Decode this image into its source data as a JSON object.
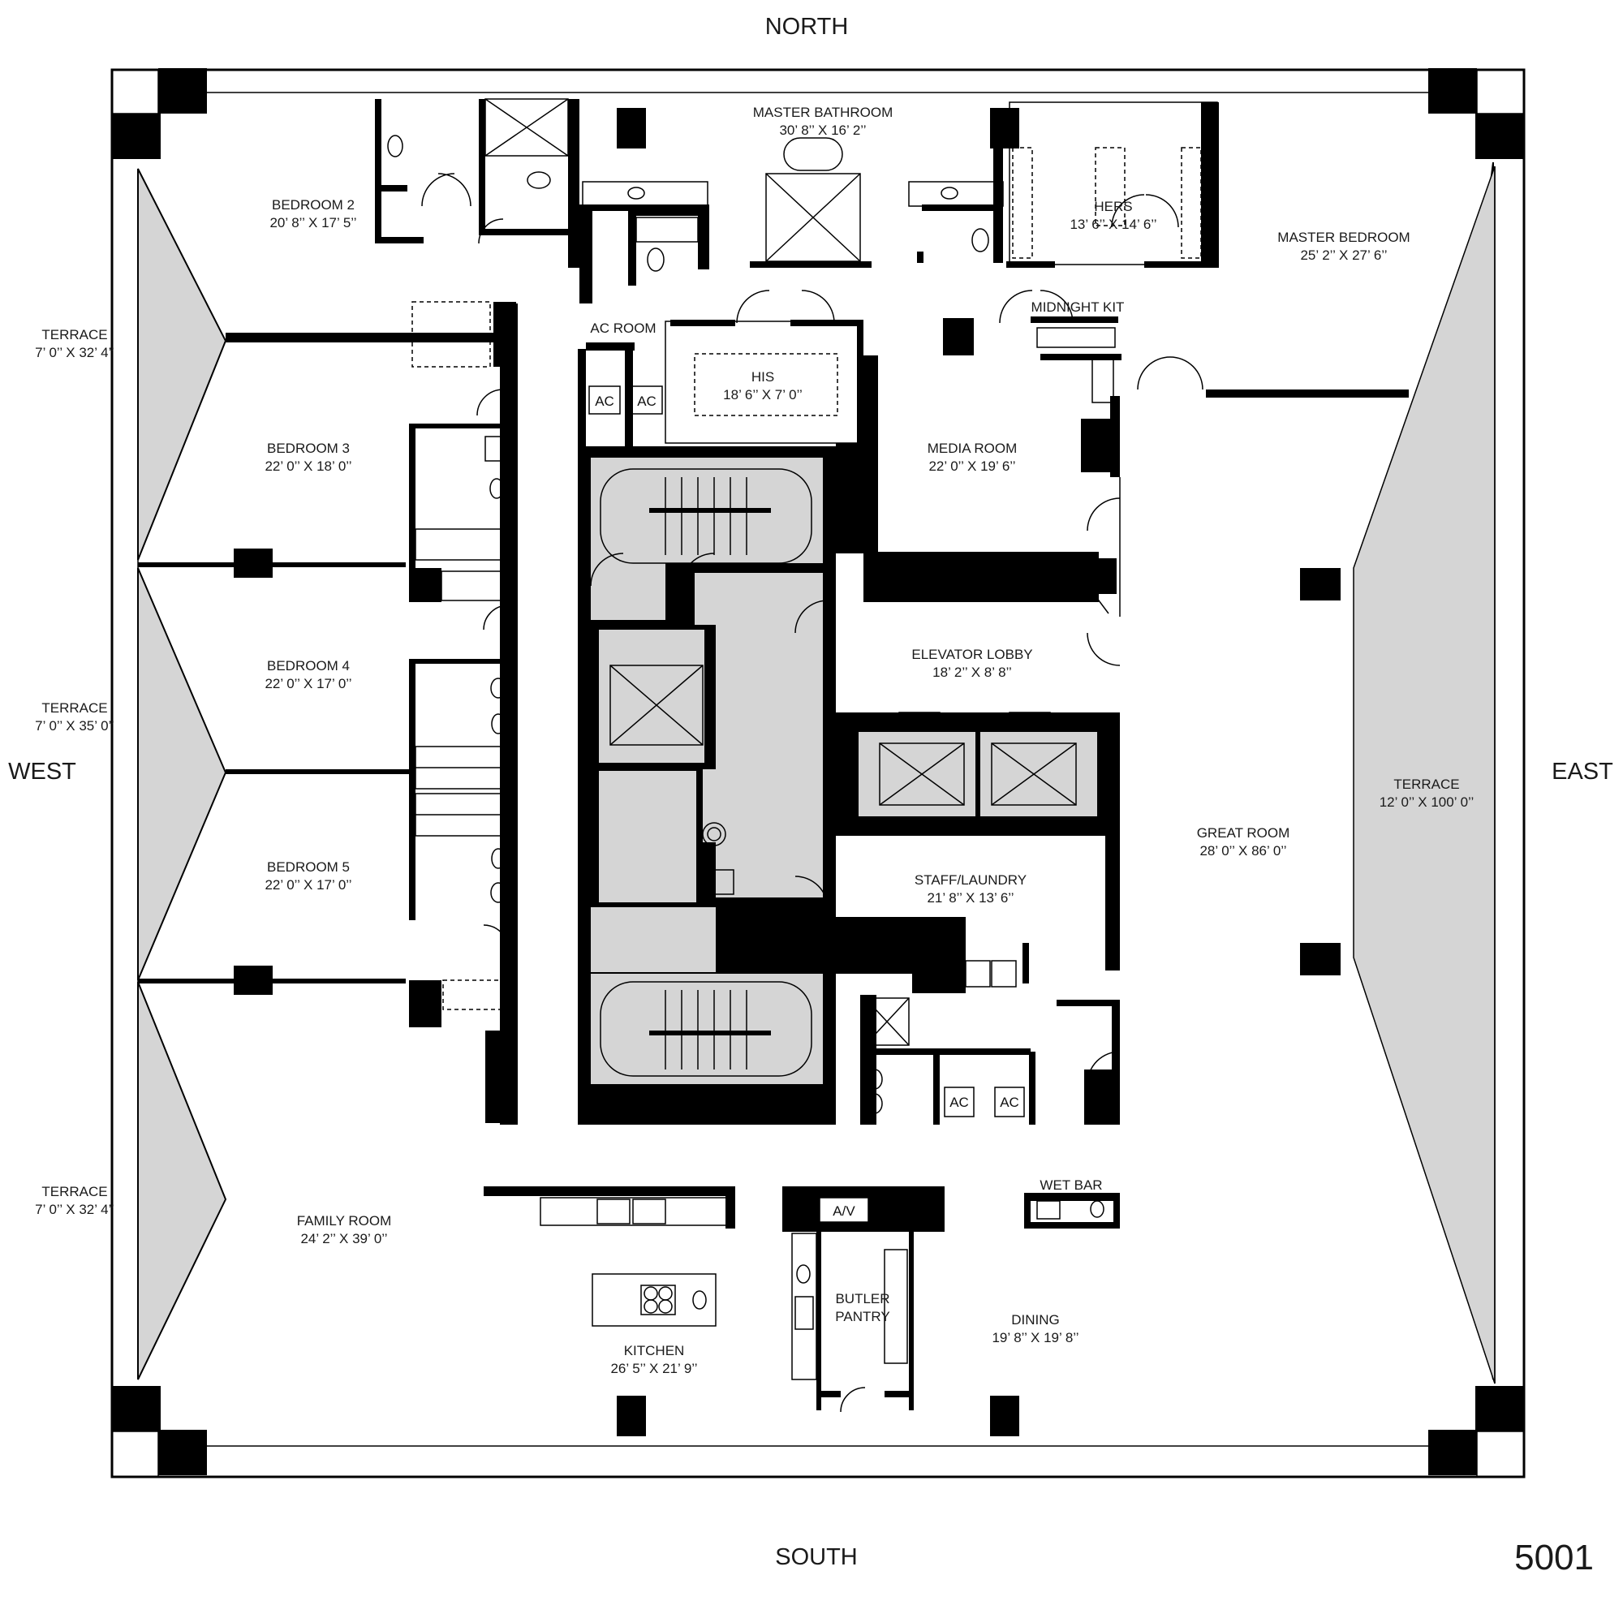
{
  "compass": {
    "north": "NORTH",
    "south": "SOUTH",
    "east": "EAST",
    "west": "WEST"
  },
  "unit_number": "5001",
  "rooms": {
    "master_bathroom": {
      "name": "MASTER BATHROOM",
      "dims": "30’ 8’’ X 16’ 2’’"
    },
    "bedroom2": {
      "name": "BEDROOM 2",
      "dims": "20’ 8’’ X 17’ 5’’"
    },
    "hers": {
      "name": "HERS",
      "dims": "13’ 6’’ X 14’ 6’’"
    },
    "master_bedroom": {
      "name": "MASTER BEDROOM",
      "dims": "25’ 2’’ X 27’ 6’’"
    },
    "terrace_nw": {
      "name": "TERRACE",
      "dims": "7’ 0’’ X 32’ 4’’"
    },
    "ac_room": {
      "name": "AC ROOM"
    },
    "midnight_kit": {
      "name": "MIDNIGHT KIT"
    },
    "his": {
      "name": "HIS",
      "dims": "18’ 6’’ X 7’ 0’’"
    },
    "bedroom3": {
      "name": "BEDROOM 3",
      "dims": "22’ 0’’ X 18’ 0’’"
    },
    "media_room": {
      "name": "MEDIA ROOM",
      "dims": "22’ 0’’ X 19’ 6’’"
    },
    "bedroom4": {
      "name": "BEDROOM 4",
      "dims": "22’ 0’’ X 17’ 0’’"
    },
    "elevator_lobby": {
      "name": "ELEVATOR LOBBY",
      "dims": "18’ 2’’ X 8’ 8’’"
    },
    "terrace_w": {
      "name": "TERRACE",
      "dims": "7’ 0’’ X 35’ 0’’"
    },
    "terrace_e": {
      "name": "TERRACE",
      "dims": "12’ 0’’ X 100’ 0’’"
    },
    "great_room": {
      "name": "GREAT ROOM",
      "dims": "28’ 0’’ X 86’ 0’’"
    },
    "bedroom5": {
      "name": "BEDROOM 5",
      "dims": "22’ 0’’ X 17’ 0’’"
    },
    "staff_laundry": {
      "name": "STAFF/LAUNDRY",
      "dims": "21’ 8’’ X 13’ 6’’"
    },
    "terrace_sw": {
      "name": "TERRACE",
      "dims": "7’ 0’’ X 32’ 4’’"
    },
    "family_room": {
      "name": "FAMILY ROOM",
      "dims": "24’ 2’’ X 39’ 0’’"
    },
    "wet_bar": {
      "name": "WET BAR"
    },
    "butler_pantry": {
      "line1": "BUTLER",
      "line2": "PANTRY"
    },
    "kitchen": {
      "name": "KITCHEN",
      "dims": "26’ 5’’ X 21’ 9’’"
    },
    "dining": {
      "name": "DINING",
      "dims": "19’ 8’’ X 19’ 8’’"
    }
  },
  "fixtures": {
    "ac": "AC",
    "av": "A/V"
  }
}
